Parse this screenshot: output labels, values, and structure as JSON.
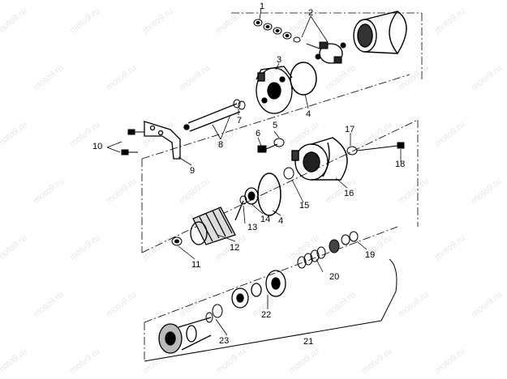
{
  "watermark": "moto9.ru",
  "callouts": {
    "c1": "1",
    "c2": "2",
    "c3": "3",
    "c4a": "4",
    "c4b": "4",
    "c5": "5",
    "c6": "6",
    "c7": "7",
    "c8": "8",
    "c9": "9",
    "c10": "10",
    "c11": "11",
    "c12": "12",
    "c13": "13",
    "c14": "14",
    "c15": "15",
    "c16": "16",
    "c17": "17",
    "c18": "18",
    "c19": "19",
    "c20": "20",
    "c21": "21",
    "c22": "22",
    "c23": "23"
  }
}
